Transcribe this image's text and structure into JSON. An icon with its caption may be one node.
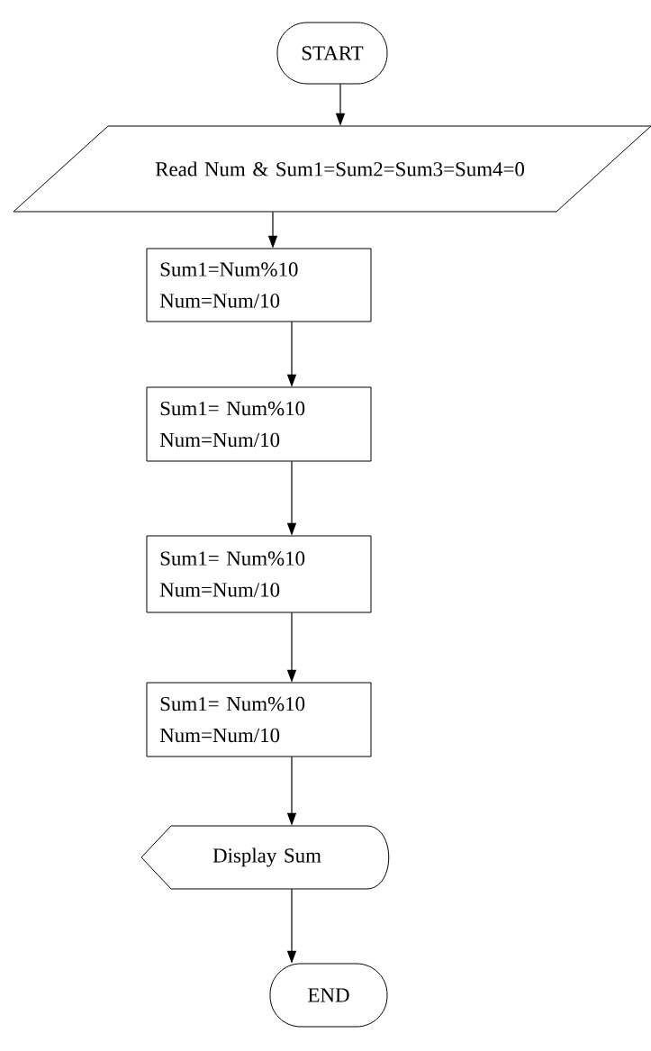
{
  "diagram": {
    "nodes": [
      {
        "text": [
          "START"
        ]
      },
      {
        "text": [
          "Read Num & Sum1=Sum2=Sum3=Sum4=0"
        ]
      },
      {
        "text": [
          "Sum1=Num%10",
          "Num=Num/10"
        ]
      },
      {
        "text": [
          "Sum1= Num%10",
          "Num=Num/10"
        ]
      },
      {
        "text": [
          "Sum1= Num%10",
          "Num=Num/10"
        ]
      },
      {
        "text": [
          "Sum1= Num%10",
          "Num=Num/10"
        ]
      },
      {
        "text": [
          "Display Sum"
        ]
      },
      {
        "text": [
          "END"
        ]
      }
    ],
    "edges": [
      {
        "from": 0,
        "to": 1,
        "arrow": "to"
      },
      {
        "from": 1,
        "to": 2,
        "arrow": "to"
      },
      {
        "from": 2,
        "to": 3,
        "arrow": "to"
      },
      {
        "from": 3,
        "to": 4,
        "arrow": "to"
      },
      {
        "from": 4,
        "to": 5,
        "arrow": "to"
      },
      {
        "from": 5,
        "to": 6,
        "arrow": "to"
      },
      {
        "from": 6,
        "to": 7,
        "arrow": "to"
      }
    ]
  }
}
